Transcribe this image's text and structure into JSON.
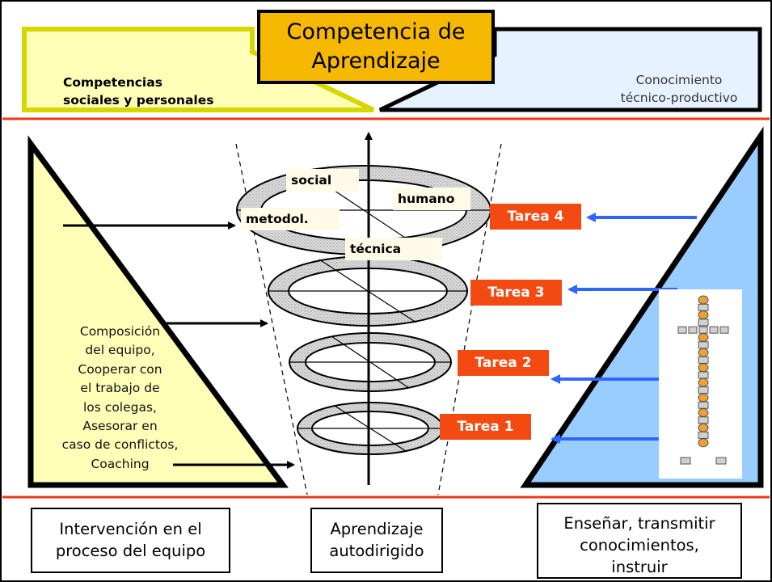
{
  "header": {
    "title_line1": "Competencia de",
    "title_line2": "Aprendizaje",
    "left_line1": "Competencias",
    "left_line2": "sociales y personales",
    "right_line1": "Conocimiento",
    "right_line2": "técnico-productivo"
  },
  "rings": {
    "social": "social",
    "humano": "humano",
    "metodol": "metodol.",
    "tecnica": "técnica"
  },
  "left_triangle": {
    "lines": [
      "Composición",
      "del equipo,",
      "Cooperar con",
      "el trabajo de",
      "los colegas,",
      "Asesorar en",
      "caso de conflictos,",
      "Coaching"
    ]
  },
  "tasks": [
    "Tarea 4",
    "Tarea 3",
    "Tarea 2",
    "Tarea 1"
  ],
  "footer": {
    "left_line1": "Intervención en el",
    "left_line2": "proceso del equipo",
    "center_line1": "Aprendizaje",
    "center_line2": "autodirigido",
    "right_line1": "Enseñar, transmitir",
    "right_line2": "conocimientos,",
    "right_line3": "instruir"
  },
  "colors": {
    "red_line": "#e8391b",
    "title_fill": "#f6b800",
    "yellow_fill": "#ffffb8",
    "yellow_border": "#d7d700",
    "blue_fill": "#99ccff",
    "light_blue_fill": "#e6f2ff",
    "task_fill": "#f34a12",
    "blue_arrow": "#2f66ff"
  }
}
